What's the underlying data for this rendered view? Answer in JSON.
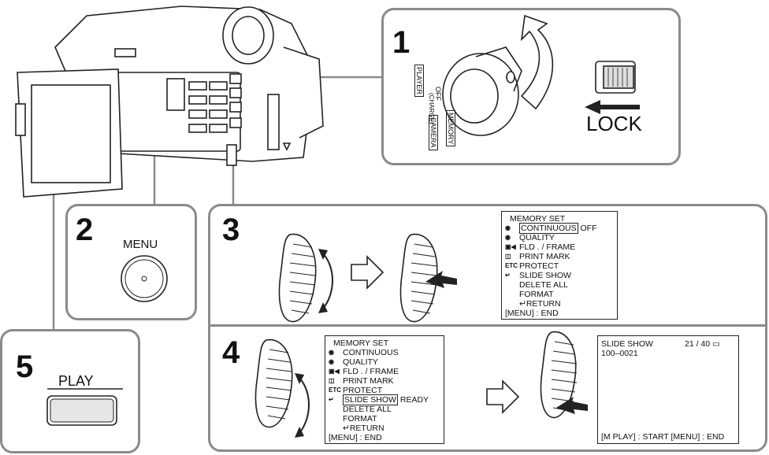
{
  "steps": {
    "s1": {
      "num": "1",
      "dial_labels": {
        "player": "PLAYER",
        "off": "OFF",
        "charge": "(CHARGE)",
        "camera": "CAMERA",
        "memory": "MEMORY"
      },
      "lock": "LOCK"
    },
    "s2": {
      "num": "2",
      "button": "MENU"
    },
    "s3": {
      "num": "3"
    },
    "s4": {
      "num": "4"
    },
    "s5": {
      "num": "5",
      "button": "PLAY"
    }
  },
  "menu3": {
    "title": "MEMORY SET",
    "items": [
      {
        "icon": "camera-icon",
        "label": "CONTINUOUS",
        "value": "OFF",
        "highlight": true
      },
      {
        "icon": "camera-icon",
        "label": "QUALITY",
        "value": "",
        "highlight": false
      },
      {
        "icon": "tape-icon",
        "label": "FLD . / FRAME",
        "value": "",
        "highlight": false
      },
      {
        "icon": "printer-icon",
        "label": "PRINT MARK",
        "value": "",
        "highlight": false
      },
      {
        "icon": "etc-icon",
        "label": "PROTECT",
        "value": "",
        "highlight": false
      },
      {
        "icon": "return-icon",
        "label": "SLIDE SHOW",
        "value": "",
        "highlight": false
      },
      {
        "icon": "",
        "label": "DELETE  ALL",
        "value": "",
        "highlight": false
      },
      {
        "icon": "",
        "label": "FORMAT",
        "value": "",
        "highlight": false
      },
      {
        "icon": "",
        "label": "RETURN",
        "value": "",
        "highlight": false
      }
    ],
    "end": "[MENU] : END",
    "icon_etc": "ETC"
  },
  "menu4": {
    "title": "MEMORY SET",
    "items": [
      {
        "icon": "camera-icon",
        "label": "CONTINUOUS",
        "value": "",
        "highlight": false
      },
      {
        "icon": "camera-icon",
        "label": "QUALITY",
        "value": "",
        "highlight": false
      },
      {
        "icon": "tape-icon",
        "label": "FLD . / FRAME",
        "value": "",
        "highlight": false
      },
      {
        "icon": "printer-icon",
        "label": "PRINT MARK",
        "value": "",
        "highlight": false
      },
      {
        "icon": "etc-icon",
        "label": "PROTECT",
        "value": "",
        "highlight": false
      },
      {
        "icon": "return-icon",
        "label": "SLIDE SHOW",
        "value": "READY",
        "highlight": true
      },
      {
        "icon": "",
        "label": "DELETE  ALL",
        "value": "",
        "highlight": false
      },
      {
        "icon": "",
        "label": "FORMAT",
        "value": "",
        "highlight": false
      },
      {
        "icon": "",
        "label": "RETURN",
        "value": "",
        "highlight": false
      }
    ],
    "end": "[MENU] : END",
    "icon_etc": "ETC"
  },
  "slideshow": {
    "title": "SLIDE SHOW",
    "counter": "21 / 40",
    "file": "100–0021",
    "footer": "[M PLAY] : START  [MENU] : END"
  },
  "colors": {
    "panel_border": "#8a8a8a",
    "ink": "#111111",
    "arrow": "#ffffff"
  }
}
